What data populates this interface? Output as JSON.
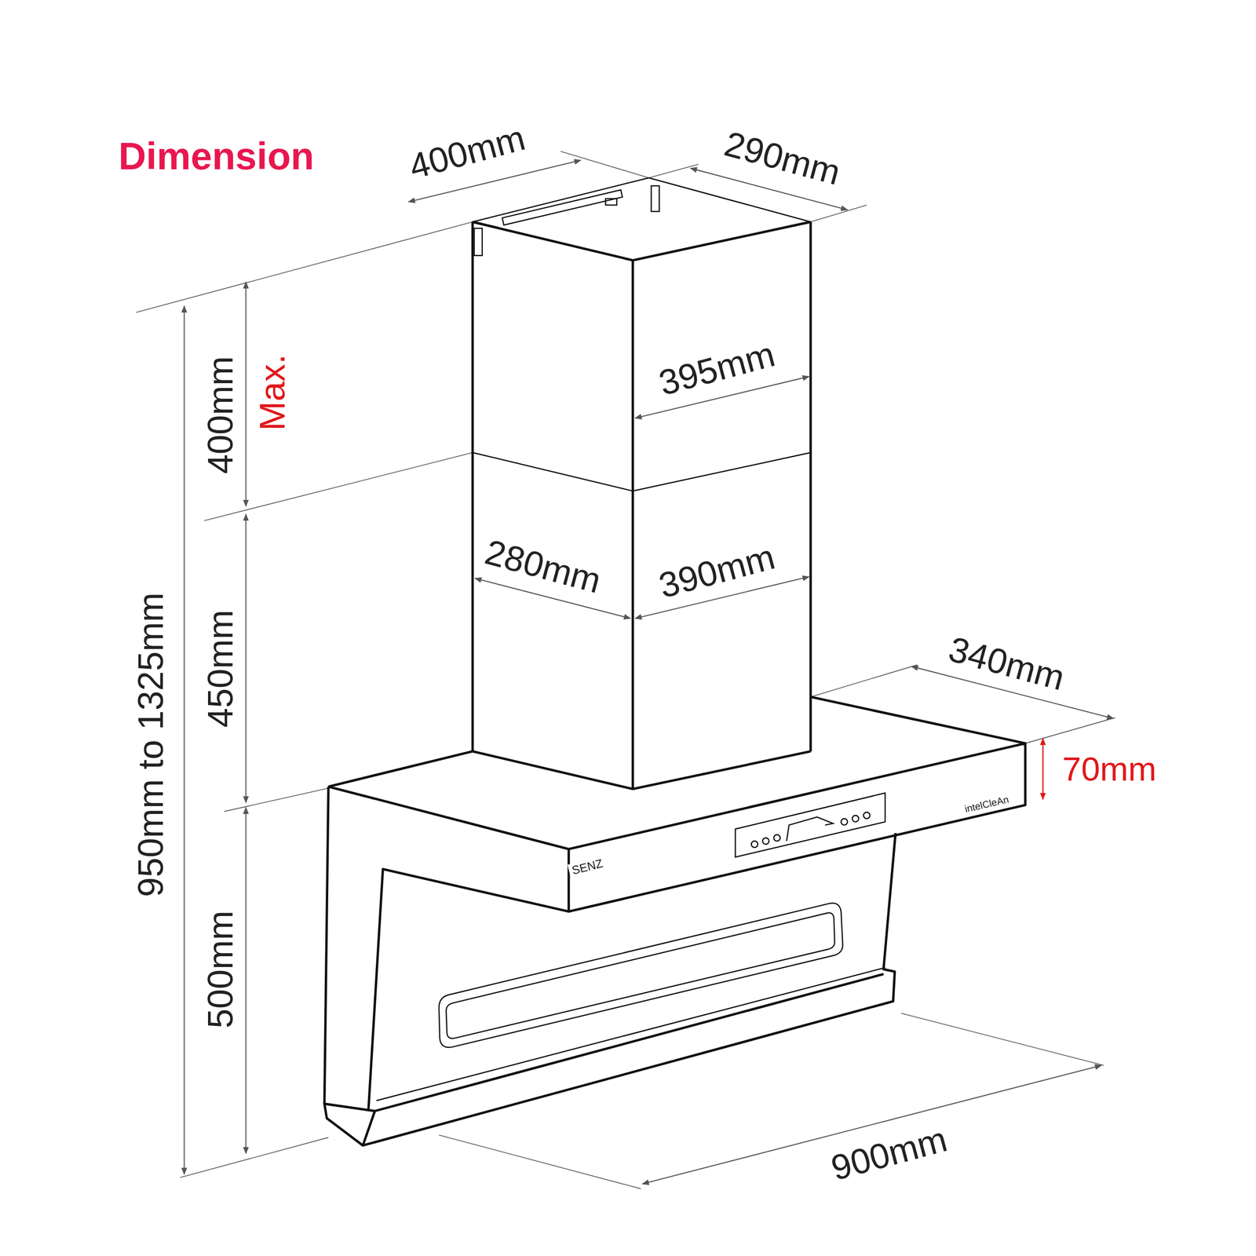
{
  "diagram": {
    "title": "Dimension",
    "labels": [
      "400mm",
      "290mm",
      "395mm",
      "400mm",
      "Max.",
      "280mm",
      "390mm",
      "340mm",
      "450mm",
      "70mm",
      "950mm to 1325mm",
      "500mm",
      "900mm",
      "SENZ",
      "intelCleAn"
    ]
  }
}
